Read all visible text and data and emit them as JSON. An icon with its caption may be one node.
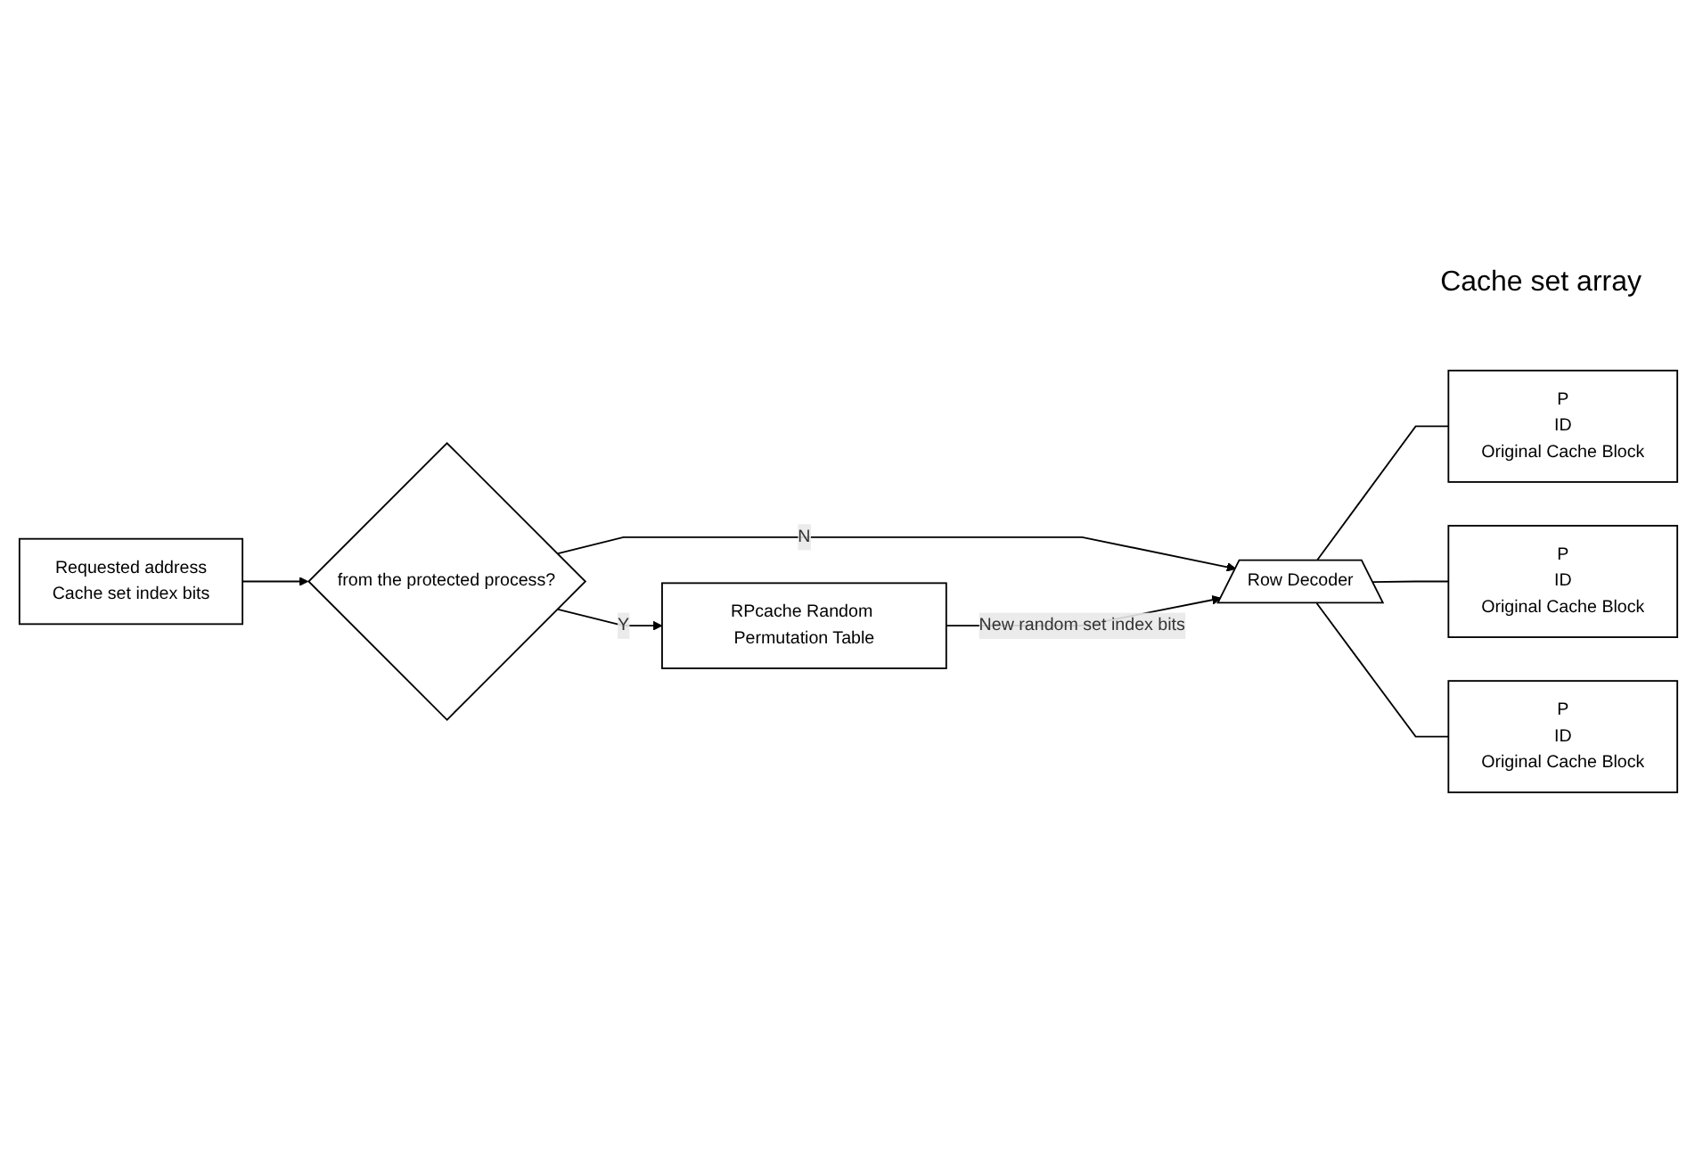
{
  "diagram": {
    "nodes": [
      {
        "text": [
          "Requested address",
          "Cache set index bits"
        ]
      },
      {
        "text": [
          "from the protected process?"
        ]
      },
      {
        "text": [
          "RPcache Random Permutation Table"
        ]
      },
      {
        "text": [
          "Row Decoder"
        ]
      },
      {
        "text": [
          "P",
          "ID",
          "Original Cache Block"
        ]
      },
      {
        "text": [
          "P",
          "ID",
          "Original Cache Block"
        ]
      },
      {
        "text": [
          "P",
          "ID",
          "Original Cache Block"
        ]
      }
    ],
    "edges": [
      {
        "from": 0,
        "to": 1,
        "arrow": "to"
      },
      {
        "from": 1,
        "to": 3,
        "label": "N",
        "arrow": "to"
      },
      {
        "from": 1,
        "to": 2,
        "label": "Y",
        "arrow": "to"
      },
      {
        "from": 2,
        "to": 3,
        "label": "New random set index bits",
        "arrow": "to"
      },
      {
        "from": 3,
        "to": 4,
        "arrow": "none"
      },
      {
        "from": 3,
        "to": 5,
        "arrow": "none"
      },
      {
        "from": 3,
        "to": 6,
        "arrow": "none"
      }
    ],
    "labels": [
      "Cache set array"
    ]
  }
}
